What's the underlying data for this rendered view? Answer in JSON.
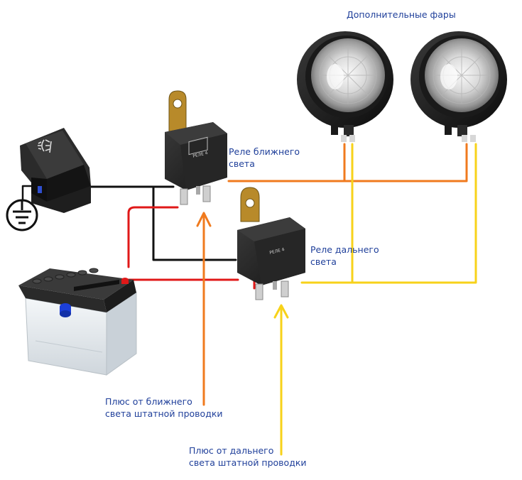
{
  "labels": {
    "extra_lights": "Дополнительные фары",
    "low_relay_line1": "Реле ближнего",
    "low_relay_line2": "света",
    "high_relay_line1": "Реле дальнего",
    "high_relay_line2": "света",
    "plus_low_line1": "Плюс от ближнего",
    "plus_low_line2": "света штатной проводки",
    "plus_high_line1": "Плюс от дальнего",
    "plus_high_line2": "света штатной проводки"
  },
  "colors": {
    "label_text": "#1f3f9a",
    "wire_black": "#111111",
    "wire_red": "#e01818",
    "wire_orange": "#f07a1e",
    "wire_yellow": "#f7d21a",
    "relay_body": "#232323",
    "battery_body": "#e9eef2"
  },
  "icons": {
    "switch": "fog-light-switch-icon",
    "ground": "ground-icon",
    "battery": "car-battery-icon",
    "relay": "relay-icon",
    "headlight": "headlight-icon"
  }
}
